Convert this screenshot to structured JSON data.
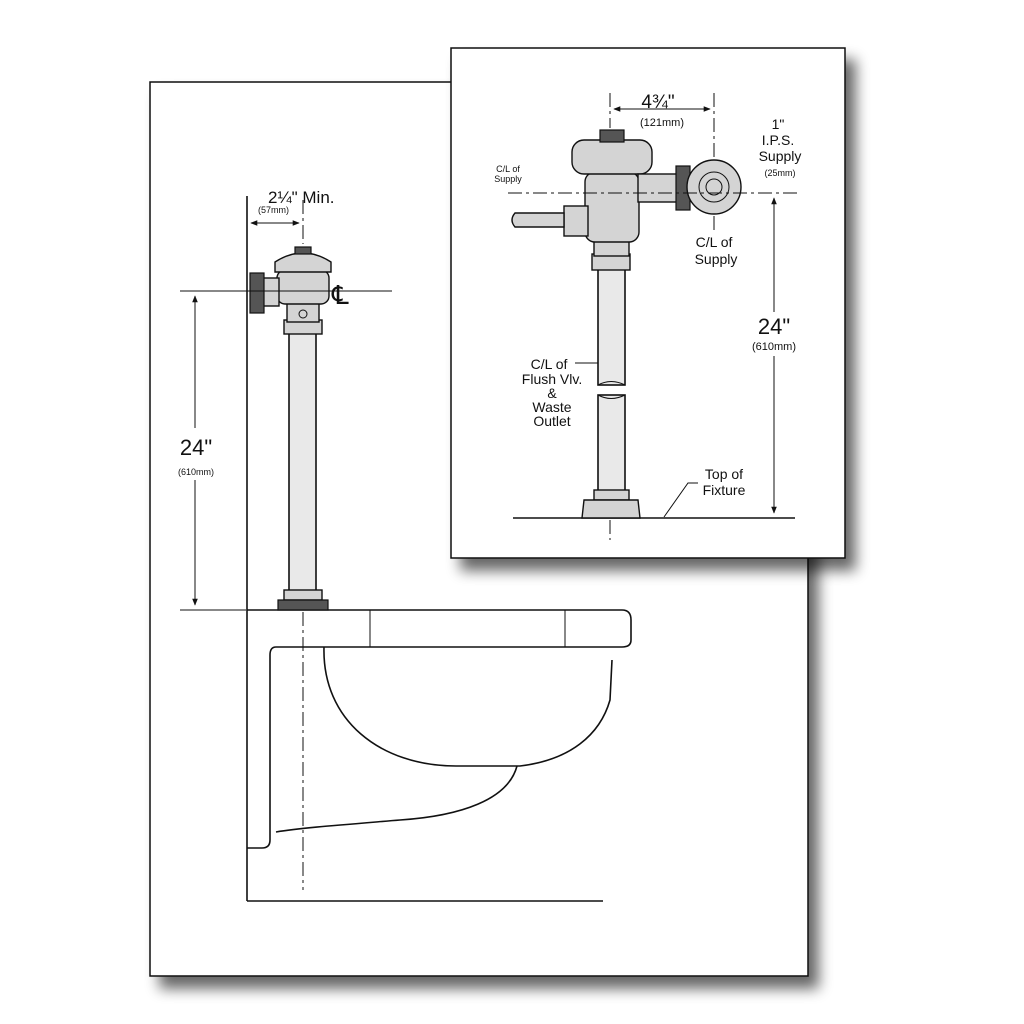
{
  "main": {
    "min_label": "2¼\" Min.",
    "min_mm": "(57mm)",
    "centerline_symbol": "℄",
    "height_label": "24\"",
    "height_mm": "(610mm)"
  },
  "inset": {
    "width_label": "4¾\"",
    "width_mm": "(121mm)",
    "supply_size": "1\"",
    "supply_ips": "I.P.S.",
    "supply_word": "Supply",
    "supply_mm": "(25mm)",
    "cl_supply_small_1": "C/L of",
    "cl_supply_small_2": "Supply",
    "cl_supply_1": "C/L of",
    "cl_supply_2": "Supply",
    "height_label": "24\"",
    "height_mm": "(610mm)",
    "flush_1": "C/L of",
    "flush_2": "Flush Vlv.",
    "flush_3": "&",
    "flush_4": "Waste",
    "flush_5": "Outlet",
    "fixture_1": "Top of",
    "fixture_2": "Fixture"
  }
}
